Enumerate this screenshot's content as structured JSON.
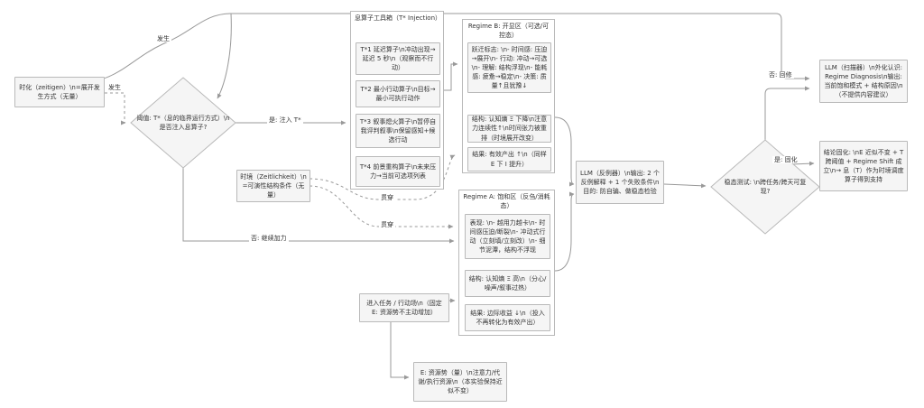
{
  "diagram": {
    "nodes": {
      "zeitigen": "时化（zeitigen）\\n=展开发生方式（无量）",
      "threshold": "阈值: T*（息的临界运行方式）\\n是否注入息算子?",
      "zeitlichkeit": "时境（Zeitlichkeit）\\n=可演性结构条件（无量）",
      "toolbox_title": "息算子工具箱（T* Injection）",
      "toolbox_items": [
        "T*1 延迟算子\\n冲动出现→延迟 5 秒\\n（观察而不行动）",
        "T*2 最小行动算子\\n目标→最小可执行动作",
        "T*3 叙事熄火算子\\n暂停自我评判叙事\\n保留感知+候选行动",
        "T*4 前景重构算子\\n未来压力→当前可选项列表"
      ],
      "regime_b_title": "Regime B: 开显区（可选/可控态）",
      "regime_b_items": [
        "跃迁标志: \\n- 时间感: 压迫→展开\\n- 行动: 冲动→可选\\n- 理解: 结构浮现\\n- 能耗感: 疲惫→稳定\\n- 决策: 质量↑且犹豫↓",
        "结构: 认知熵 Ξ 下降\\n注意力连续性↑\\n时间张力被重排（时境展开改变）",
        "结果: 有效产出 ↑\\n（同样 E 下 I 提升）"
      ],
      "regime_a_title": "Regime A: 饱和区（反刍/消耗态）",
      "regime_a_items": [
        "表现: \\n- 越用力越卡\\n- 时间感压迫/断裂\\n- 冲动式行动（立刻填/立刻改）\\n- 细节泥潭，结构不浮现",
        "结构: 认知熵 Ξ 高\\n（分心/噪声/叙事过热）",
        "结果: 边际收益 ↓\\n（投入不再转化为有效产出）"
      ],
      "task": "进入任务 / 行动场\\n（固定 E: 资源势不主动增加）",
      "resource": "E: 资源势（量）\\n注意力/代谢/执行资源\\n（本实验保持近似不变）",
      "llm_counter": "LLM（反例器）\\n输出: 2 个反例解释 + 1 个失败条件\\n目的: 防自骗、做稳态检验",
      "stability": "稳态测试: \\n跨任务/跨天可复现?",
      "llm_scanner": "LLM（扫描器）\\n外化认识: Regime Diagnosis\\n输出: 当前饱和模式 + 结构原因\\n（不提供内容建议）",
      "conclusion": "结论固化: \\nE 近似不变 + T 跨阈值 + Regime Shift 成立\\n→ 息（T）作为时境调度算子得到支持"
    },
    "edge_labels": {
      "occurs_top": "发生",
      "occurs_left": "发生",
      "yes_inject": "是: 注入 T*",
      "no_continue": "否: 继续加力",
      "pervade_1": "贯穿",
      "pervade_2": "贯穿",
      "no_rework": "否: 回修",
      "yes_solidify": "是: 固化"
    },
    "colors": {
      "node_fill": "#f5f5f5",
      "node_border": "#b9b9b9",
      "edge": "#999999",
      "text": "#333333",
      "background": "#ffffff"
    }
  }
}
